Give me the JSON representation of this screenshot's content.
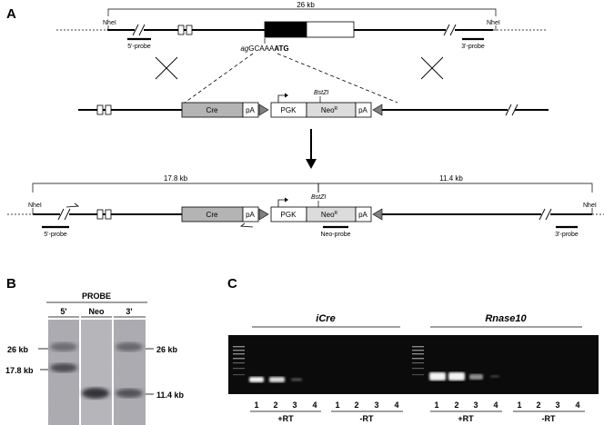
{
  "panels": {
    "a": "A",
    "b": "B",
    "c": "C"
  },
  "panel_a": {
    "wt_size": "26 kb",
    "nhe": "NheI",
    "probe5": "5'-probe",
    "probe3": "3'-probe",
    "seq_prefix": "ag",
    "seq_mid": "GCAAA",
    "seq_atg": "ATG",
    "cre": "Cre",
    "pa": "pA",
    "pgk": "PGK",
    "bst": "BstZI",
    "neo": "Neo",
    "neo_sup": "R",
    "ko_left_size": "17.8 kb",
    "ko_right_size": "11.4 kb",
    "neo_probe": "Neo-probe"
  },
  "panel_b": {
    "probe_title": "PROBE",
    "lanes": [
      "5'",
      "Neo",
      "3'"
    ],
    "left_bands": [
      "26 kb",
      "17.8 kb"
    ],
    "right_bands": [
      "26 kb",
      "11.4 kb"
    ]
  },
  "panel_c": {
    "gene1": "iCre",
    "gene2": "Rnase10",
    "lane_numbers": [
      "1",
      "2",
      "3",
      "4"
    ],
    "plus_rt": "+RT",
    "minus_rt": "-RT"
  }
}
